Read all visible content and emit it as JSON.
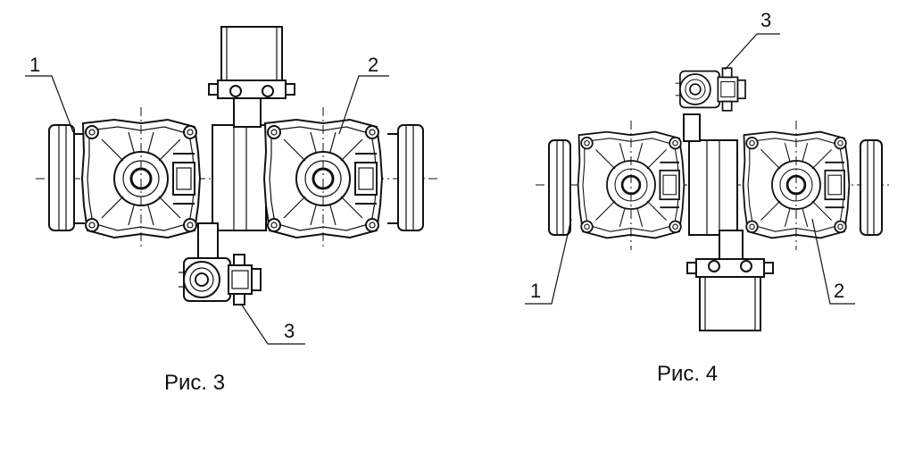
{
  "figures": [
    {
      "caption": "Рис. 3",
      "callouts": {
        "one": "1",
        "two": "2",
        "three": "3"
      }
    },
    {
      "caption": "Рис. 4",
      "callouts": {
        "one": "1",
        "two": "2",
        "three": "3"
      }
    }
  ]
}
